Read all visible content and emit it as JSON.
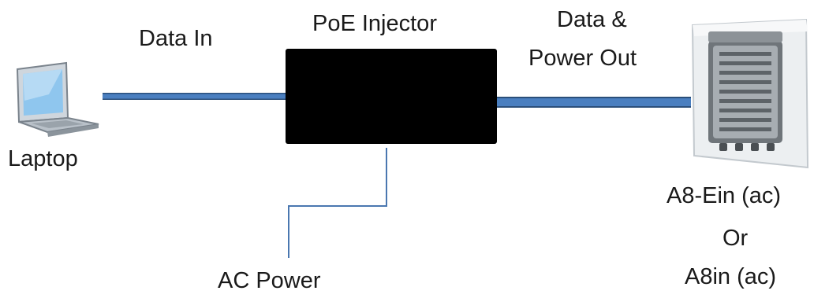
{
  "labels": {
    "data_in": "Data In",
    "injector": "PoE Injector",
    "data_power_line1": "Data &",
    "data_power_line2": "Power Out",
    "laptop": "Laptop",
    "ac_power": "AC Power",
    "device_line1": "A8-Ein (ac)",
    "device_line2": "Or",
    "device_line3": "A8in (ac)"
  },
  "colors": {
    "cable": "#3f6fa6",
    "cable_edge": "#2b4f7a",
    "injector": "#000000",
    "power_wire": "#4a77b0"
  },
  "icons": {
    "laptop": "laptop-icon",
    "device": "access-point-device-icon"
  }
}
